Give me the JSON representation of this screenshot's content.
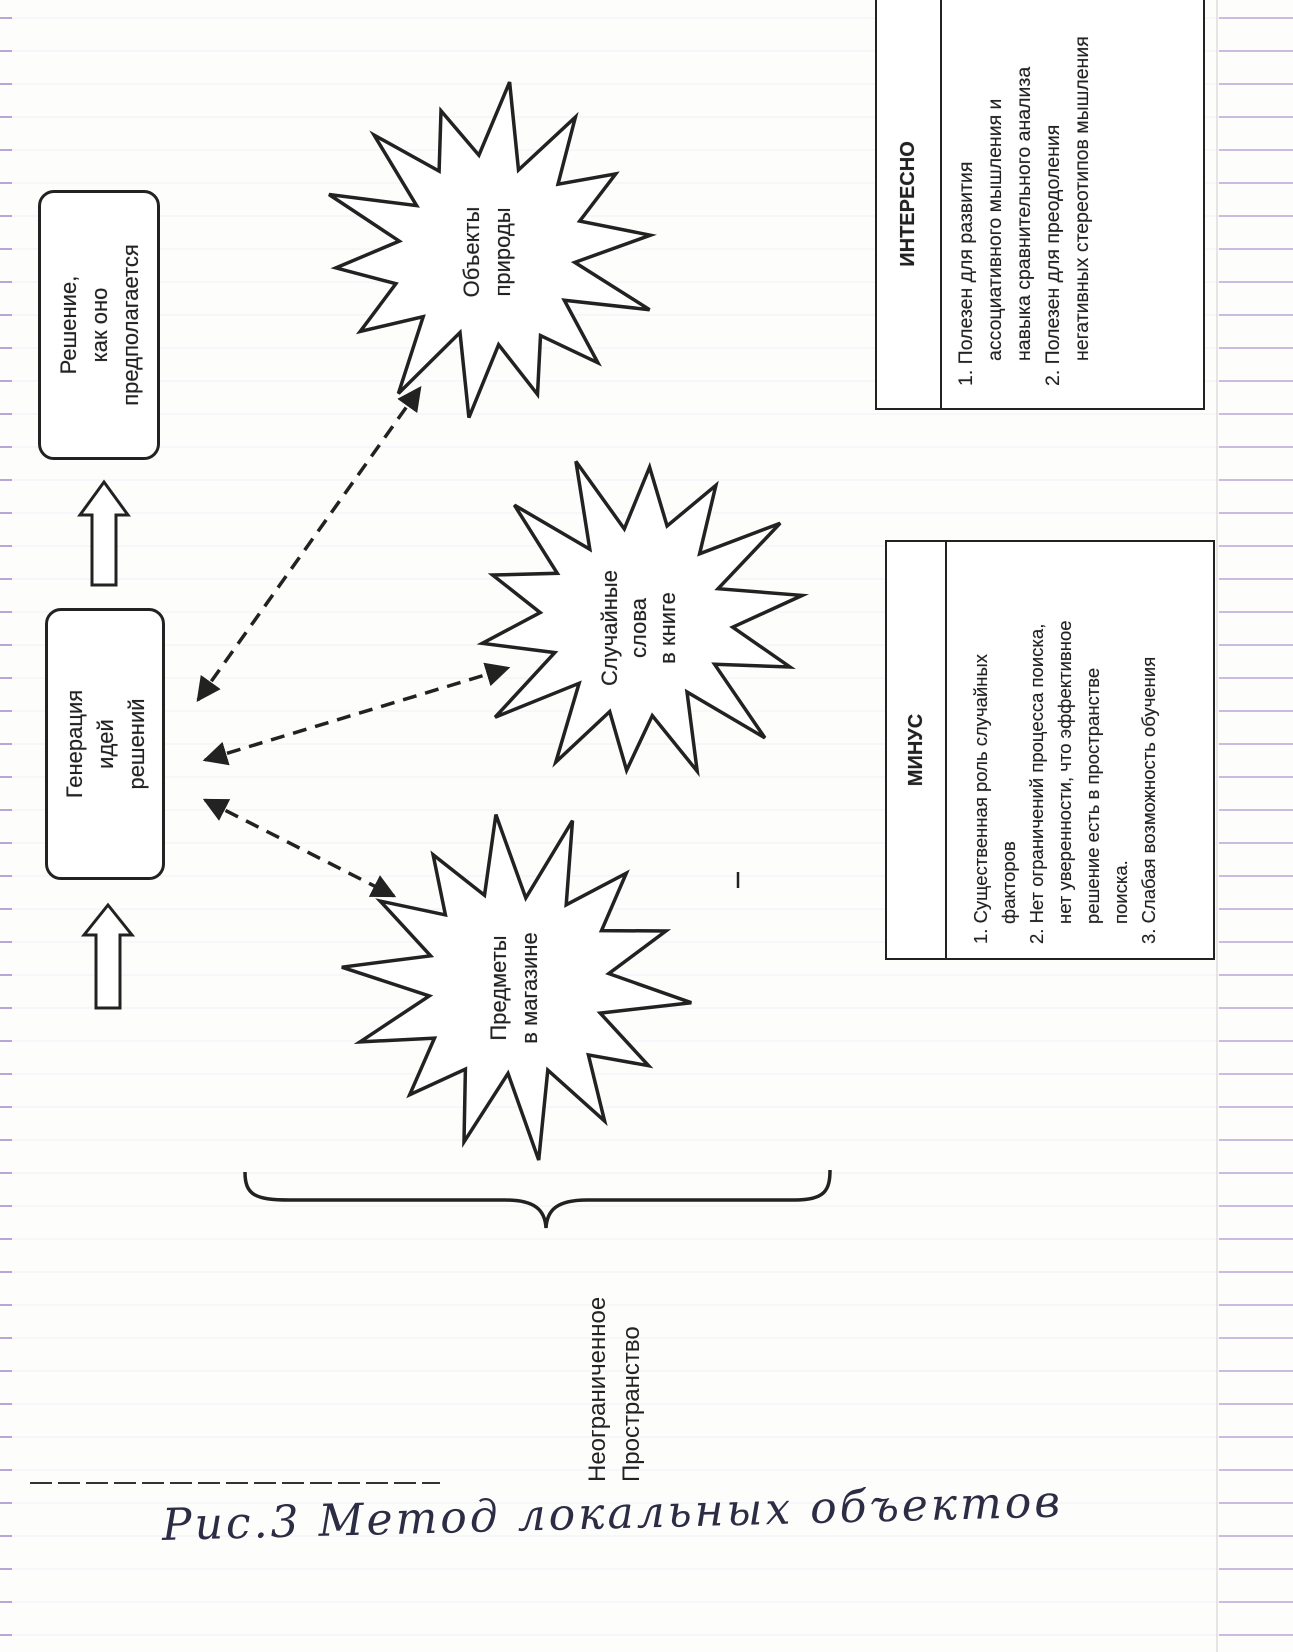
{
  "diagram": {
    "solution_box": {
      "lines": [
        "Решение,",
        "как оно",
        "предполагается"
      ]
    },
    "generation_box": {
      "lines": [
        "Генерация",
        "идей",
        "решений"
      ]
    },
    "sources": {
      "nature": {
        "lines": [
          "Объекты",
          "природы"
        ]
      },
      "words": {
        "lines": [
          "Случайные",
          "слова",
          "в книге"
        ]
      },
      "store": {
        "lines": [
          "Предметы",
          "в магазине"
        ]
      }
    },
    "space_label": {
      "lines": [
        "Неограниченное",
        "Пространство"
      ]
    }
  },
  "minus_table": {
    "header": "МИНУС",
    "items": [
      [
        "1. Существенная роль случайных",
        "факторов"
      ],
      [
        "2. Нет ограничений процесса поиска,",
        "нет уверенности, что эффективное",
        "решение есть в пространстве",
        "поиска."
      ],
      [
        "3. Слабая возможность обучения"
      ]
    ]
  },
  "interesting_table": {
    "header": "ИНТЕРЕСНО",
    "items": [
      [
        "1. Полезен для развития",
        "ассоциативного мышления и",
        "навыка сравнительного анализа"
      ],
      [
        "2. Полезен для преодоления",
        "негативных стереотипов мышления"
      ]
    ]
  },
  "caption": "Рис.3 Метод локальных объектов",
  "colors": {
    "ink": "#222222",
    "handwriting": "#2c2c44",
    "paper_rule": "#b9a6d6"
  }
}
